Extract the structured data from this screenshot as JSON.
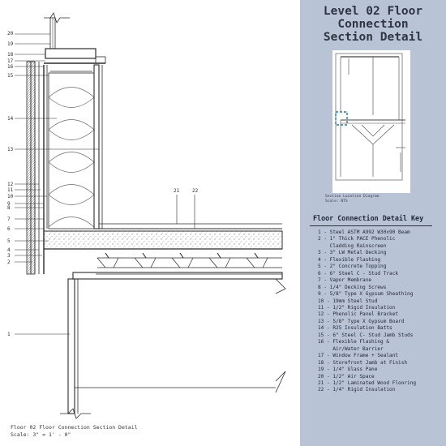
{
  "panel": {
    "title_lines": [
      "Level 02 Floor",
      "Connection",
      "Section Detail"
    ],
    "location_caption": [
      "Section Location Diagram",
      "Scale: NTS"
    ],
    "key_title": "Floor Connection Detail Key",
    "key_items": [
      "1 - Steel ASTM A992 W30x90 Beam",
      "2 - 1\" Thick PACE Phenolic",
      "    Cladding Rainscreen",
      "3 - 3\" LW Metal Decking",
      "4 - Flexible Flashing",
      "5 - 2\" Concrete Topping",
      "6 - 6\" Steel C - Stud Track",
      "7 - Vapor Membrane",
      "8 - 1/4\" Decking Screws",
      "9 - 5/8\" Type X Gypsum Sheathing",
      "10 - 19mm Steel Stud",
      "11 - 1/2\" Rigid Insulation",
      "12 - Phenolic Panel Bracket",
      "13 - 5/8\" Type X Gypsum Board",
      "14 - R25 Insulation Batts",
      "15 - 6\" Steel C- Stud Jamb Studs",
      "16 - Flexible Flashing &",
      "     Air/Water Barrier",
      "17 - Window Frame + Sealant",
      "18 - Storefront Jamb at Finish",
      "19 - 1/4\" Glass Pane",
      "20 - 1/2\" Air Space",
      "21 - 1/2\" Laminated Wood Flooring",
      "22 - 1/4\" Rigid Insulation"
    ]
  },
  "drawing": {
    "caption_title": "Floor 02 Floor Connection Section Detail",
    "caption_scale": "Scale: 3\" = 1' - 0\"",
    "left_labels": [
      "20",
      "19",
      "18",
      "17",
      "16",
      "15",
      "14",
      "13",
      "12",
      "11",
      "10",
      "9",
      "8",
      "7",
      "6",
      "5",
      "4",
      "3",
      "2",
      "1"
    ],
    "top_labels": [
      "21",
      "22"
    ]
  },
  "colors": {
    "panel_bg": "#b9c3d6",
    "ink": "#2b2b2b",
    "accent": "#1e7ea1"
  }
}
